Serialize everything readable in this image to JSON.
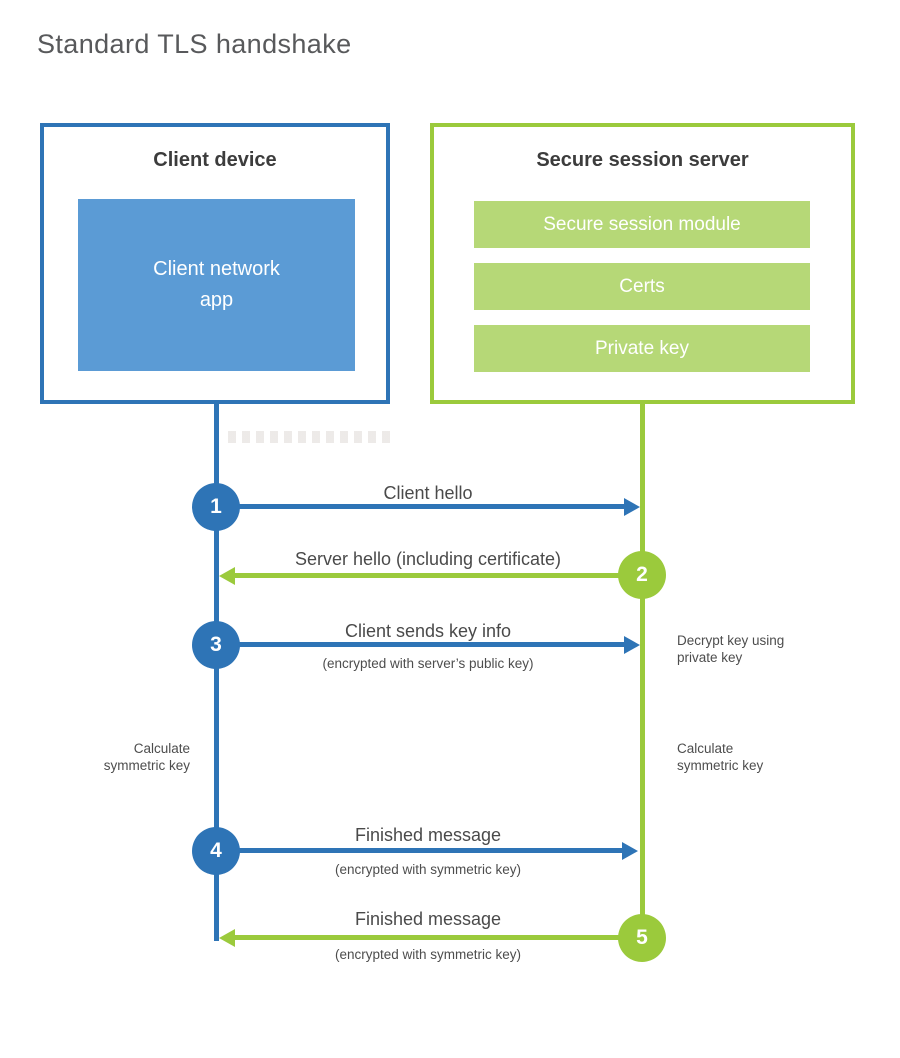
{
  "page": {
    "title": "Standard TLS handshake"
  },
  "colors": {
    "blue": "#2E74B6",
    "blue_light": "#5B9BD5",
    "green": "#9BCA3C",
    "green_light": "#B6D877"
  },
  "client": {
    "title": "Client device",
    "app_label": "Client network app"
  },
  "server": {
    "title": "Secure session server",
    "modules": [
      "Secure session module",
      "Certs",
      "Private key"
    ]
  },
  "steps": [
    {
      "num": "1",
      "label": "Client hello",
      "direction": "client-to-server",
      "color": "blue"
    },
    {
      "num": "2",
      "label": "Server hello (including certificate)",
      "direction": "server-to-client",
      "color": "green"
    },
    {
      "num": "3",
      "label": "Client sends key info",
      "sub": "(encrypted with server’s public key)",
      "direction": "client-to-server",
      "color": "blue"
    },
    {
      "num": "4",
      "label": "Finished message",
      "sub": "(encrypted with symmetric key)",
      "direction": "client-to-server",
      "color": "blue"
    },
    {
      "num": "5",
      "label": "Finished message",
      "sub": "(encrypted with symmetric key)",
      "direction": "server-to-client",
      "color": "green"
    }
  ],
  "notes": {
    "decrypt": "Decrypt key using private key",
    "calc_left": "Calculate symmetric key",
    "calc_right": "Calculate symmetric key"
  }
}
